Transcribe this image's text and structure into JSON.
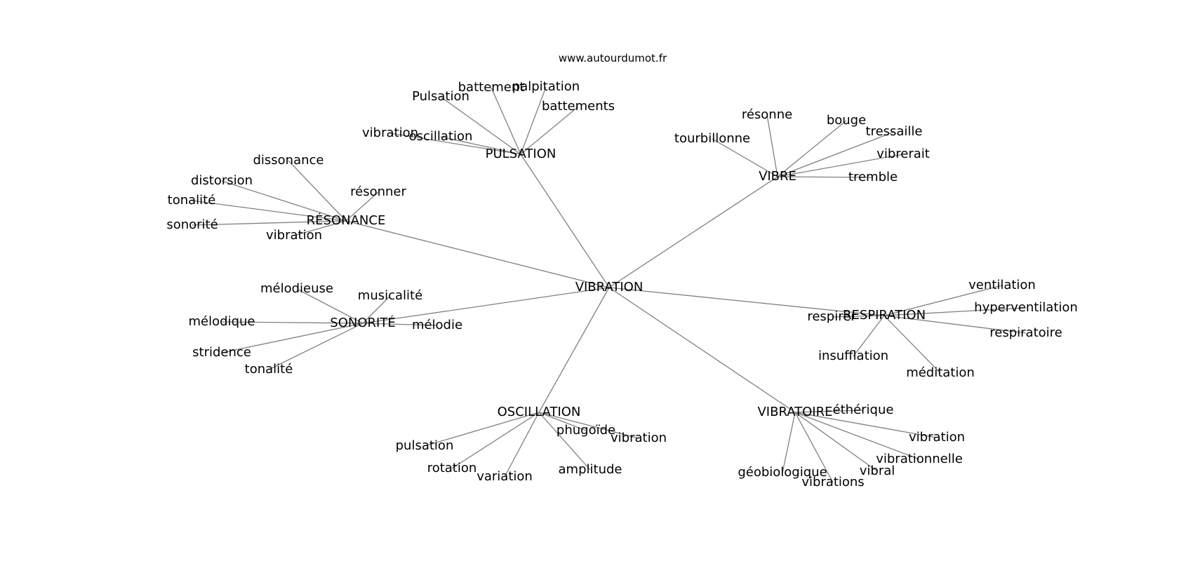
{
  "header": {
    "site": "www.autourdumot.fr"
  },
  "graph": {
    "center": "VIBRATION",
    "clusters": [
      {
        "id": "pulsation",
        "label": "PULSATION",
        "leaves": [
          "Pulsation",
          "battement",
          "palpitation",
          "battements",
          "vibration",
          "oscillation"
        ]
      },
      {
        "id": "vibre",
        "label": "VIBRE",
        "leaves": [
          "résonne",
          "bouge",
          "tressaille",
          "tourbillonne",
          "vibrerait",
          "tremble"
        ]
      },
      {
        "id": "resonance",
        "label": "RÉSONANCE",
        "leaves": [
          "dissonance",
          "distorsion",
          "tonalité",
          "sonorité",
          "vibration",
          "résonner"
        ]
      },
      {
        "id": "sonorite",
        "label": "SONORITÉ",
        "leaves": [
          "mélodieuse",
          "musicalité",
          "mélodique",
          "mélodie",
          "stridence",
          "tonalité"
        ]
      },
      {
        "id": "respiration",
        "label": "RESPIRATION",
        "leaves": [
          "ventilation",
          "hyperventilation",
          "respirer",
          "respiratoire",
          "insufflation",
          "méditation"
        ]
      },
      {
        "id": "oscillation",
        "label": "OSCILLATION",
        "leaves": [
          "pulsation",
          "phugoïde",
          "vibration",
          "rotation",
          "variation",
          "amplitude"
        ]
      },
      {
        "id": "vibratoire",
        "label": "VIBRATOIRE",
        "leaves": [
          "éthérique",
          "vibration",
          "vibrationnelle",
          "géobiologique",
          "vibrations",
          "vibral"
        ]
      }
    ]
  }
}
